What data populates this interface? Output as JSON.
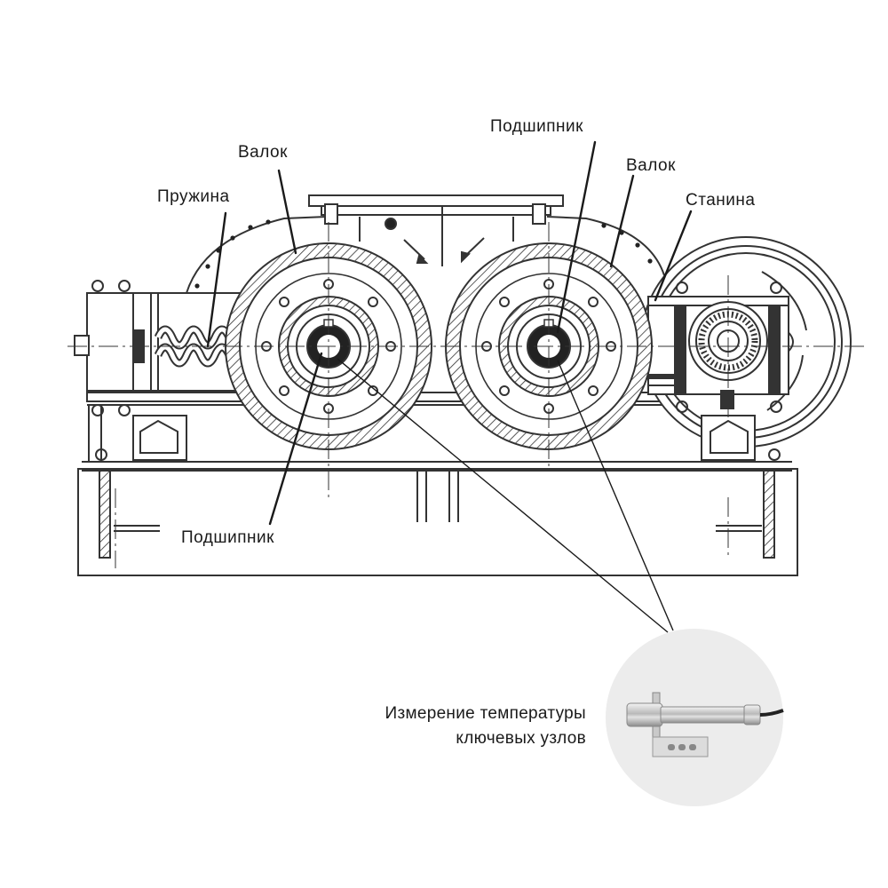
{
  "labels": {
    "valok_left": "Валок",
    "pruzhina": "Пружина",
    "podshipnik_top": "Подшипник",
    "valok_right": "Валок",
    "stanina": "Станина",
    "podshipnik_bottom": "Подшипник"
  },
  "caption": {
    "line1": "Измерение температуры",
    "line2": "ключевых узлов"
  },
  "colors": {
    "line": "#222222",
    "sensor_bg": "#ececec"
  }
}
